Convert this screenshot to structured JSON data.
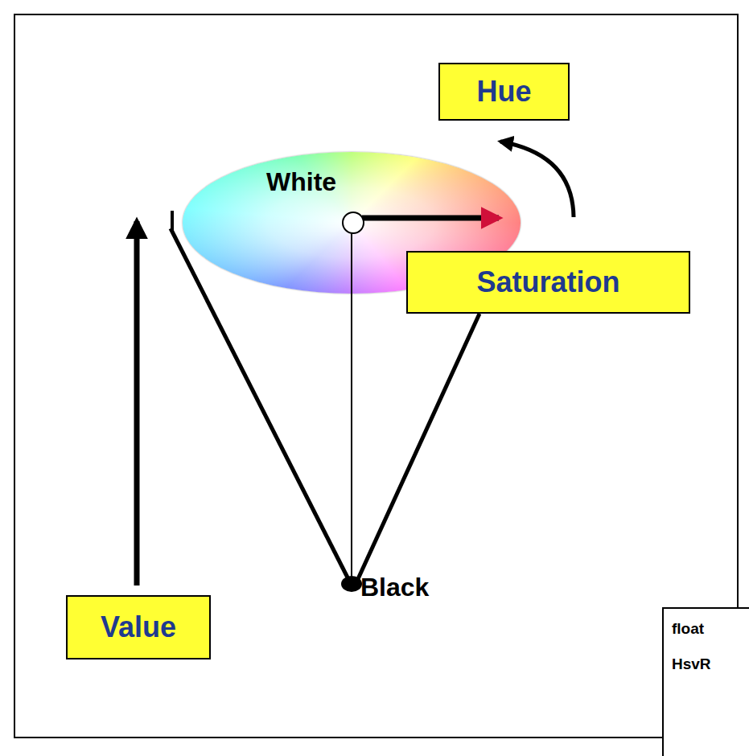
{
  "diagram": {
    "nodes": [
      {
        "text": [
          "Hue"
        ]
      },
      {
        "text": [
          "Saturation"
        ]
      },
      {
        "text": [
          "Value"
        ]
      },
      {
        "text": [
          "float",
          "HsvR"
        ]
      }
    ],
    "labels": [
      "White",
      "Black"
    ]
  }
}
